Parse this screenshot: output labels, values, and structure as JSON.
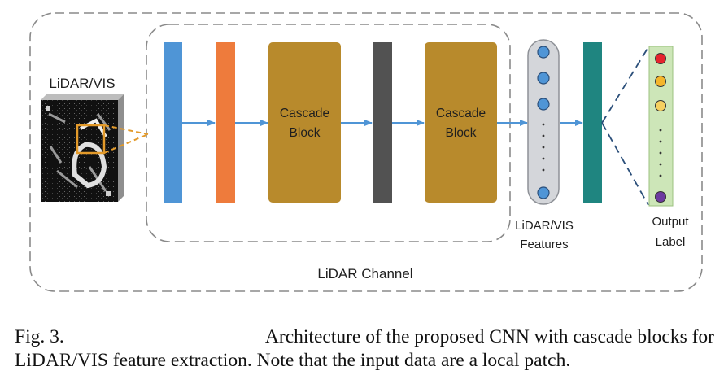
{
  "diagram": {
    "input_label": "LiDAR/VIS",
    "cascade_block_1": [
      "Cascade",
      "Block"
    ],
    "cascade_block_2": [
      "Cascade",
      "Block"
    ],
    "features_label": [
      "LiDAR/VIS",
      "Features"
    ],
    "output_label": [
      "Output",
      "Label"
    ],
    "channel_label": "LiDAR Channel",
    "colors": {
      "layer_blue": "#4f95d6",
      "layer_orange": "#ee7b3c",
      "cascade_block": "#b88a2c",
      "layer_gray": "#525252",
      "layer_teal": "#1f8580",
      "feature_column": "#d4d6da",
      "feature_node": "#4f95d6",
      "output_column": "#cde6b8",
      "output_node_red": "#e5232d",
      "output_node_yellow": "#f4b52b",
      "output_node_lightyellow": "#f6d060",
      "output_node_purple": "#6d3aa0",
      "arrow": "#4f95d6",
      "highlight_box": "#e39a2a"
    }
  },
  "caption": {
    "figure_number": "Fig. 3.",
    "line1": "Architecture of the proposed CNN with cascade blocks for",
    "line2": "LiDAR/VIS feature extraction. Note that the input data are a local patch."
  }
}
